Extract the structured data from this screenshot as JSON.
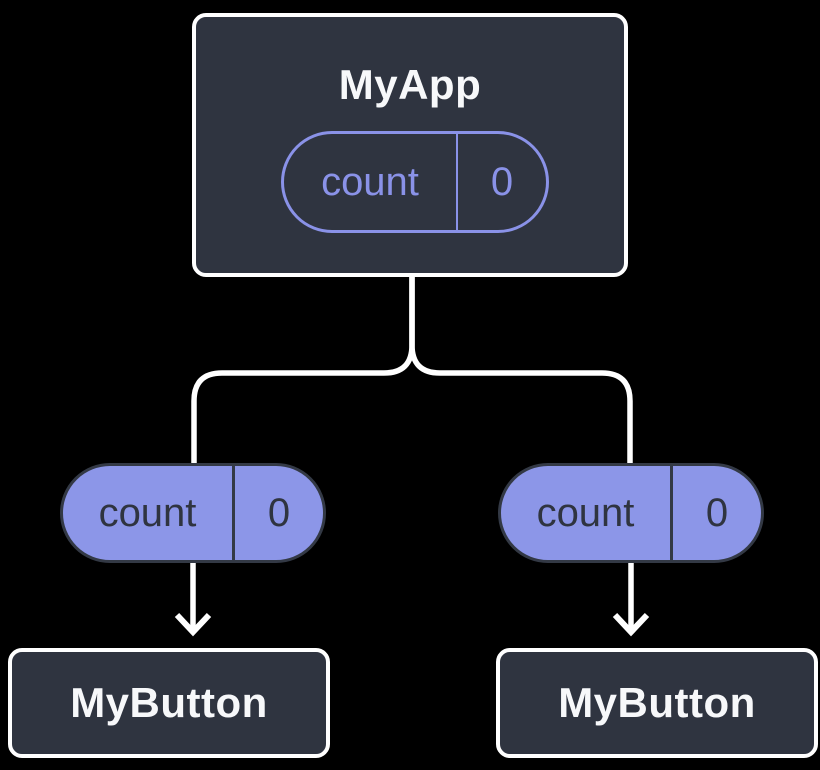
{
  "diagram": {
    "root": {
      "title": "MyApp",
      "state": {
        "name": "count",
        "value": "0"
      }
    },
    "left_child": {
      "title": "MyButton",
      "prop": {
        "name": "count",
        "value": "0"
      }
    },
    "right_child": {
      "title": "MyButton",
      "prop": {
        "name": "count",
        "value": "0"
      }
    },
    "colors": {
      "background": "#000000",
      "node_fill": "#2F3440",
      "node_border": "#FFFFFF",
      "node_text": "#F7F8FA",
      "state_pill_outline": "#8A92E8",
      "prop_pill_fill": "#8C96E8",
      "prop_pill_border": "#333945",
      "prop_pill_text": "#2F3440",
      "connector": "#FFFFFF"
    }
  }
}
